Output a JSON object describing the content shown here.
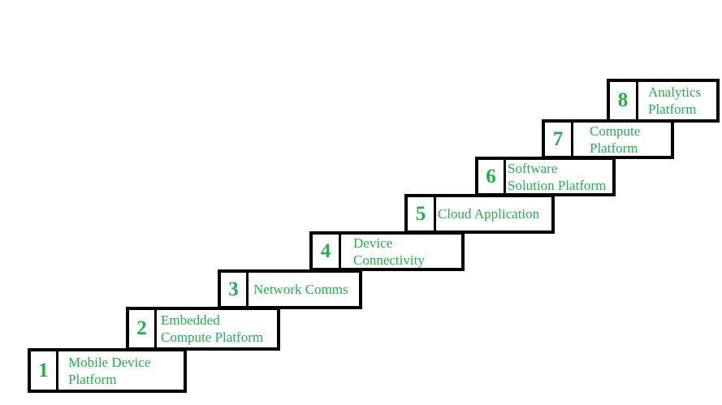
{
  "colors": {
    "accent_text": "#22b14c",
    "border": "#000000",
    "background": "#ffffff"
  },
  "steps": [
    {
      "number": "1",
      "label_lines": [
        "Mobile Device",
        "Platform"
      ]
    },
    {
      "number": "2",
      "label_lines": [
        "Embedded",
        "Compute Platform"
      ]
    },
    {
      "number": "3",
      "label_lines": [
        "Network Comms"
      ]
    },
    {
      "number": "4",
      "label_lines": [
        "Device",
        "Connectivity"
      ]
    },
    {
      "number": "5",
      "label_lines": [
        "Cloud Application"
      ]
    },
    {
      "number": "6",
      "label_lines": [
        "Software",
        "Solution Platform"
      ]
    },
    {
      "number": "7",
      "label_lines": [
        "Compute",
        "Platform"
      ]
    },
    {
      "number": "8",
      "label_lines": [
        "Analytics",
        "Platform"
      ]
    }
  ]
}
